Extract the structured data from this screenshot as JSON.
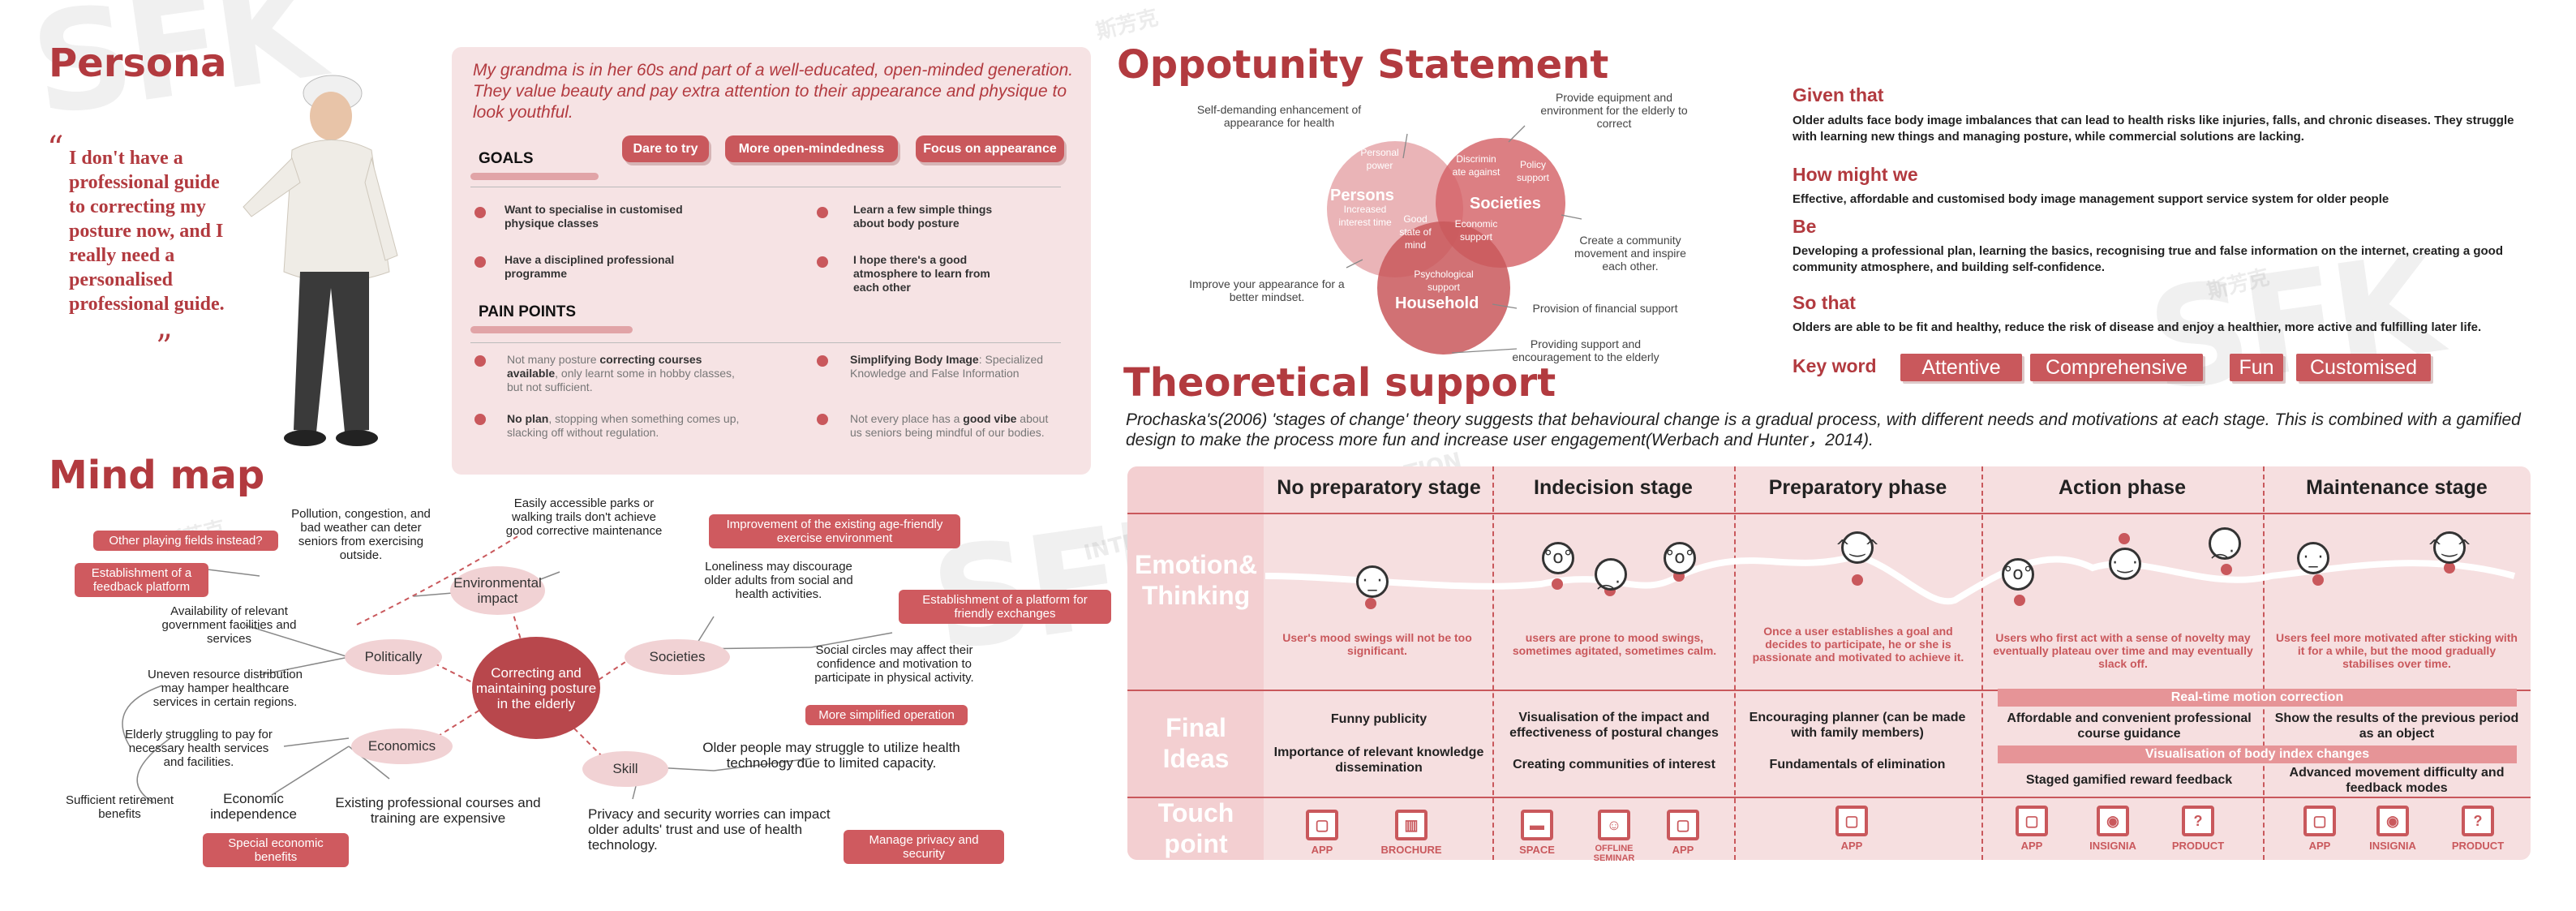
{
  "watermark": {
    "big": "SFK",
    "small_1": "INTERNATIONAL ART EDUCATION",
    "small_2": "斯芳克"
  },
  "persona": {
    "title": "Persona",
    "quote": "I don't have a professional guide to correcting my posture now, and I really need a personalised professional guide.",
    "quote_open": "“",
    "quote_close": "”",
    "intro": "My grandma is in her 60s and part of a well-educated, open-minded generation. They value beauty and pay extra attention to their appearance and physique to look youthful.",
    "traits": [
      "Dare to try",
      "More open-mindedness",
      "Focus on appearance"
    ],
    "goals_title": "GOALS",
    "goals": [
      "Want to specialise in customised physique classes",
      "Learn a few simple things about body posture",
      "Have a disciplined professional programme",
      "I hope there's a good atmosphere to learn from each other"
    ],
    "pain_title": "PAIN POINTS",
    "pains": [
      {
        "pre": "Not many posture ",
        "bold": "correcting courses available",
        "post": ", only learnt some in hobby classes, but not sufficient."
      },
      {
        "pre": "",
        "bold": "Simplifying Body Image",
        "post": ": Specialized Knowledge and False Information"
      },
      {
        "pre": "",
        "bold": "No plan",
        "post": ", stopping when something comes up, slacking off without regulation."
      },
      {
        "pre": "Not every place has a ",
        "bold": "good vibe",
        "post": " about us seniors being mindful of our bodies."
      }
    ]
  },
  "mindmap": {
    "title": "Mind map",
    "center": "Correcting and maintaining posture in the elderly",
    "nodes": {
      "environmental": "Environmental impact",
      "politically": "Politically",
      "economics": "Economics",
      "societies": "Societies",
      "skill": "Skill"
    },
    "texts": {
      "pollution": "Pollution, congestion, and bad weather can deter seniors from exercising outside.",
      "parks": "Easily accessible parks or walking trails don't achieve good corrective maintenance",
      "availability": "Availability of relevant government facilities and services",
      "uneven": "Uneven resource distribution may hamper healthcare services in certain regions.",
      "struggling_pay": "Elderly struggling to pay for necessary health services and facilities.",
      "retirement": "Sufficient retirement benefits",
      "independence": "Economic independence",
      "existing_courses": "Existing professional courses and training are expensive",
      "loneliness": "Loneliness may discourage older adults from social and health activities.",
      "social_circles": "Social circles may affect their confidence and motivation to participate in physical activity.",
      "tech_struggle": "Older people may struggle to utilize health technology due to limited capacity.",
      "privacy": "Privacy and security worries can impact older adults' trust and use of health technology."
    },
    "tags": {
      "other_fields": "Other playing fields instead?",
      "feedback": "Establishment of a feedback platform",
      "improvement": "Improvement of the existing age-friendly exercise environment",
      "friendly_platform": "Establishment of a platform for friendly exchanges",
      "simplified": "More simplified operation",
      "manage_privacy": "Manage privacy and security",
      "special_benefits": "Special economic benefits"
    }
  },
  "opportunity": {
    "title": "Oppotunity Statement",
    "venn": {
      "persons": "Persons",
      "societies": "Societies",
      "household": "Household",
      "good_state": "Good state of mind",
      "increased": "Increased interest time",
      "personal_power": "Personal power",
      "discrimination": "Discrimin ate against",
      "policy": "Policy support",
      "economic": "Economic support",
      "psychological": "Psychological support"
    },
    "callouts": {
      "self_demanding": "Self-demanding enhancement of appearance for health",
      "equipment": "Provide equipment and environment for the elderly to correct",
      "community": "Create a community movement and inspire each other.",
      "improve": "Improve your appearance for a better mindset.",
      "financial": "Provision of financial support",
      "support": "Providing support and encouragement to the elderly"
    },
    "given_label": "Given that",
    "given": "Older adults face body image imbalances that can lead to health risks like injuries, falls, and chronic diseases. They struggle with learning new things and managing posture, while commercial solutions are lacking.",
    "hmw_label": "How might we",
    "hmw": "Effective, affordable and customised body image management support service system for older people",
    "be_label": "Be",
    "be": "Developing a professional plan, learning the basics, recognising true and false information on the internet, creating a good community atmosphere, and building self-confidence.",
    "sothat_label": "So that",
    "sothat": "Olders are able to be fit and healthy, reduce the risk of disease and enjoy a healthier, more active and fulfilling later life.",
    "keyword_label": "Key word",
    "keywords": [
      "Attentive",
      "Comprehensive",
      "Fun",
      "Customised"
    ]
  },
  "theory": {
    "title": "Theoretical support",
    "text": "Prochaska's(2006) 'stages of change' theory suggests that behavioural change is a gradual process, with different needs and motivations at each stage. This is combined with a gamified design to make the process more fun and increase user engagement(Werbach and Hunter，2014).",
    "row_emotion": "Emotion& Thinking",
    "row_ideas": "Final Ideas",
    "row_touch": "Touch point",
    "stages": [
      "No preparatory stage",
      "Indecision stage",
      "Preparatory phase",
      "Action phase",
      "Maintenance stage"
    ],
    "emotion_notes": [
      "User's mood swings will not be too significant.",
      "users are prone to mood swings, sometimes agitated, sometimes calm.",
      "Once a user establishes a goal and decides to participate, he or she is passionate and motivated to achieve it.",
      "Users who first act with a sense of novelty may eventually plateau over time and may eventually slack off.",
      "Users feel more motivated after sticking with it for a while, but the mood gradually stabilises over time."
    ],
    "ideas": {
      "s1a": "Funny publicity",
      "s1b": "Importance of relevant knowledge dissemination",
      "s2a": "Visualisation of the impact and effectiveness of postural changes",
      "s2b": "Creating communities of interest",
      "s3a": "Encouraging planner (can be made with family members)",
      "s3b": "Fundamentals of elimination",
      "band1": "Real-time motion correction",
      "band2": "Visualisation of body index changes",
      "s4a": "Affordable and convenient professional course guidance",
      "s4b": "Staged gamified reward feedback",
      "s5a": "Show the results of the previous period as an object",
      "s5b": "Advanced movement difficulty and feedback modes"
    },
    "touchpoints": [
      {
        "label": "APP",
        "icon": "▢"
      },
      {
        "label": "BROCHURE",
        "icon": "▥"
      },
      {
        "label": "SPACE",
        "icon": "▬"
      },
      {
        "label": "OFFLINE SEMINAR",
        "icon": "☺"
      },
      {
        "label": "APP",
        "icon": "▢"
      },
      {
        "label": "APP",
        "icon": "▢"
      },
      {
        "label": "APP",
        "icon": "▢"
      },
      {
        "label": "INSIGNIA",
        "icon": "◉"
      },
      {
        "label": "PRODUCT",
        "icon": "?"
      },
      {
        "label": "APP",
        "icon": "▢"
      },
      {
        "label": "INSIGNIA",
        "icon": "◉"
      },
      {
        "label": "PRODUCT",
        "icon": "?"
      }
    ]
  },
  "colors": {
    "accent": "#b23a3f",
    "pill": "#c9585c",
    "panel": "#f6e3e4",
    "table": "#f6dfe0"
  }
}
